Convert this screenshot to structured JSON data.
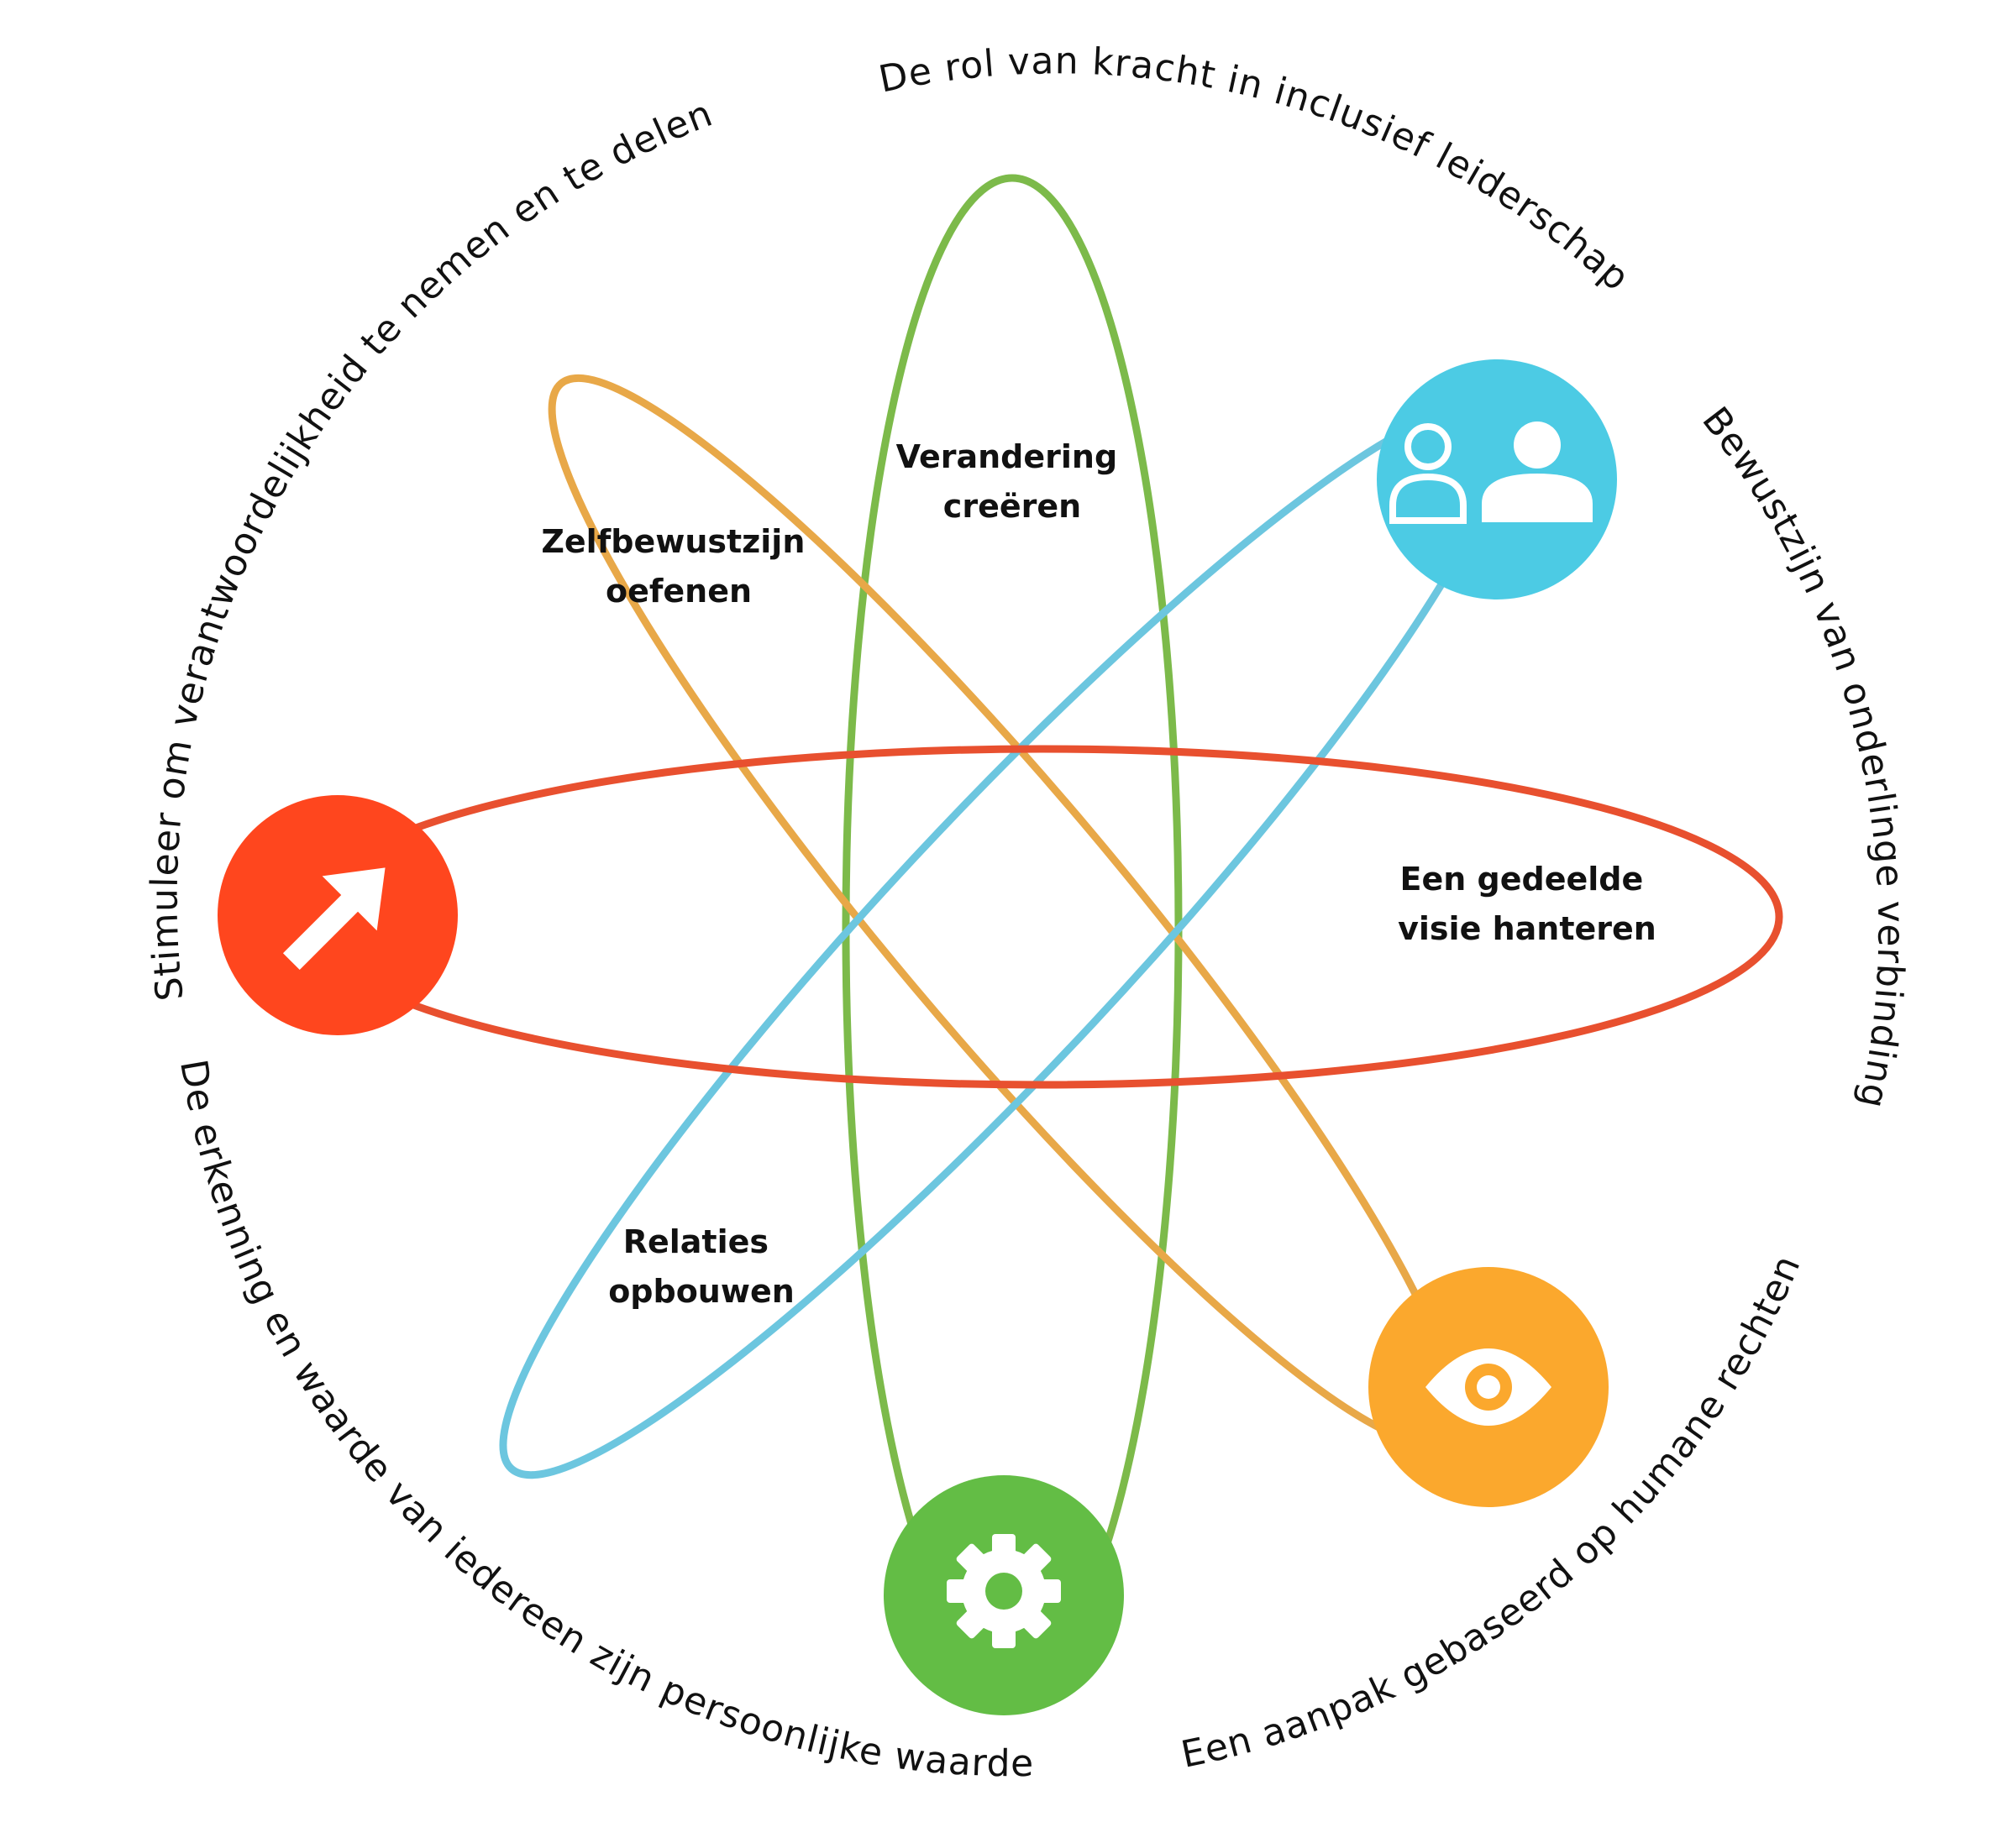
{
  "ring_labels": {
    "top": "De rol van kracht in inclusief leiderschap",
    "right": "Bewustzijn van onderlinge verbinding",
    "bottom_right": "Een aanpak gebaseerd op humane rechten",
    "bottom_left": "De erkenning en waarde van iedereen zijn persoonlijke waarde",
    "left": "Stimuleer om verantwoordelijkheid te nemen en te delen"
  },
  "inner_labels": {
    "green": [
      "Verandering",
      "creëren"
    ],
    "orange": [
      "Zelfbewustzijn",
      "oefenen"
    ],
    "red": [
      "Een gedeelde",
      "visie hanteren"
    ],
    "blue": [
      "Relaties",
      "opbouwen"
    ]
  },
  "colors": {
    "green_orbit": "#7cba4a",
    "green_node": "#63bd45",
    "orange_orbit": "#e8a848",
    "orange_node": "#fba82d",
    "red_orbit": "#e8502f",
    "red_node": "#ff461e",
    "blue_orbit": "#6cc6df",
    "blue_node": "#4ccbe4"
  },
  "icons": {
    "blue_node": "people-icon",
    "red_node": "arrow-up-right-icon",
    "orange_node": "eye-icon",
    "green_node": "gear-icon"
  }
}
